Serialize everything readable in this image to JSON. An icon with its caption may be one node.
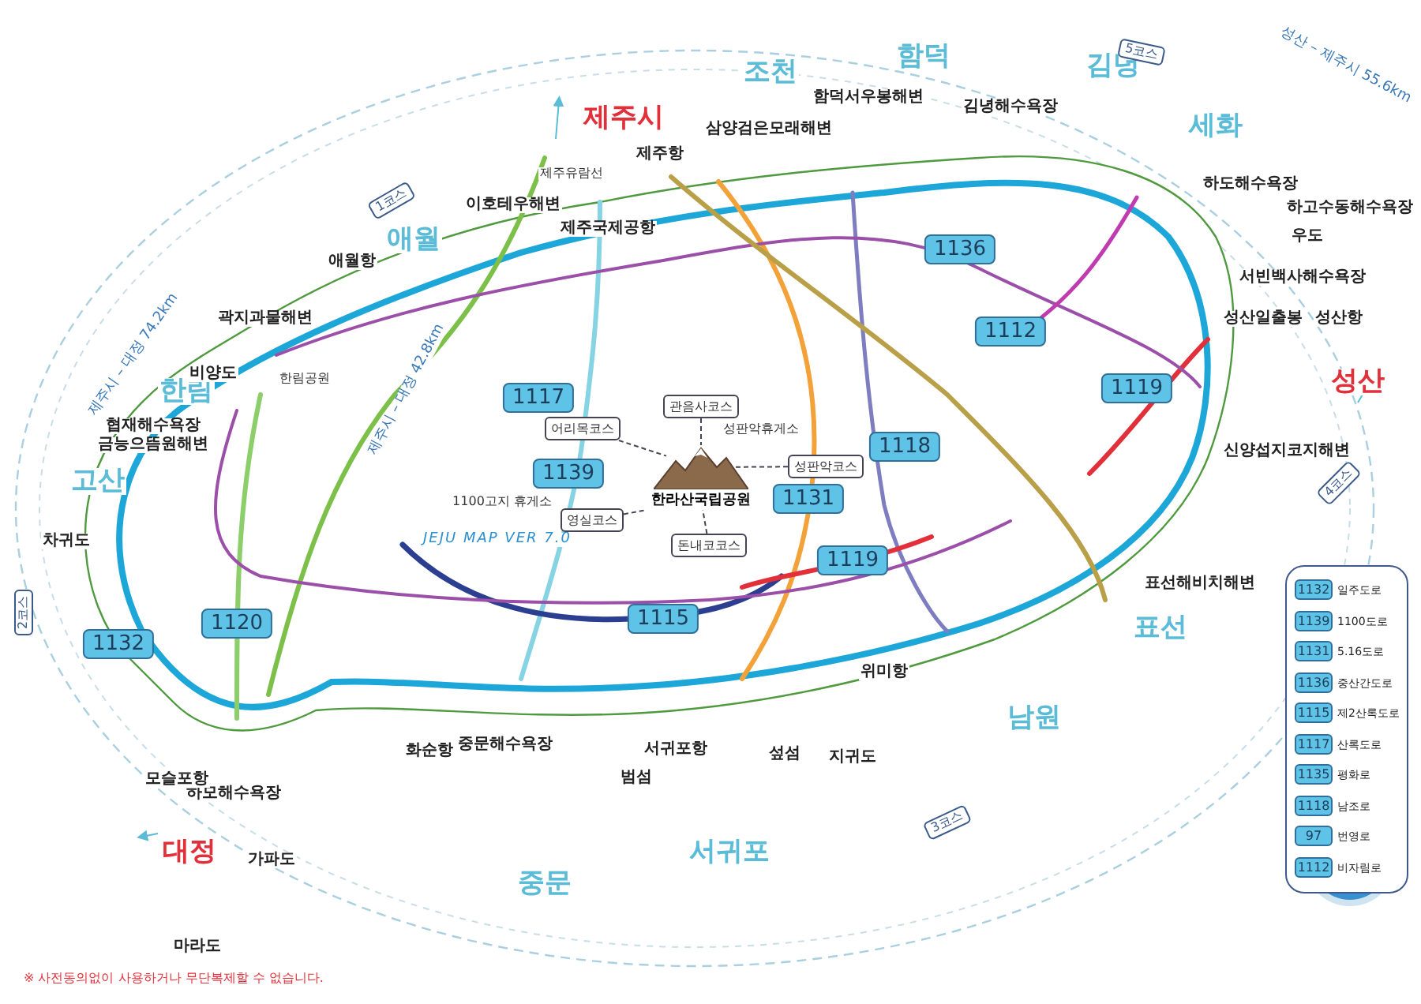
{
  "diagram": {
    "nodes": [
      {
        "text": [
          "한라산국립공원"
        ]
      },
      {
        "text": [
          "관음사코스"
        ]
      },
      {
        "text": [
          "어리목코스"
        ]
      },
      {
        "text": [
          "영실코스"
        ]
      },
      {
        "text": [
          "성판악코스"
        ]
      },
      {
        "text": [
          "돈내코코스"
        ]
      }
    ],
    "edges": [
      {
        "from": 1,
        "to": 0,
        "arrow": "none",
        "style": "dashed"
      },
      {
        "from": 2,
        "to": 0,
        "arrow": "none",
        "style": "dashed"
      },
      {
        "from": 3,
        "to": 0,
        "arrow": "none",
        "style": "dashed"
      },
      {
        "from": 4,
        "to": 0,
        "arrow": "none",
        "style": "dashed"
      },
      {
        "from": 5,
        "to": 0,
        "arrow": "none",
        "style": "dashed"
      }
    ],
    "labels": [
      "제주시",
      "조천",
      "함덕",
      "김녕",
      "세화",
      "애월",
      "한림",
      "고산",
      "대정",
      "중문",
      "서귀포",
      "남원",
      "표선",
      "성산",
      "이호테우해변",
      "곽지과물해변",
      "협재해수욕장",
      "금능으뜸원해변",
      "삼양검은모래해변",
      "함덕서우봉해변",
      "김녕해수욕장",
      "하도해수욕장",
      "하고수동해수욕장",
      "서빈백사해수욕장",
      "신양섭지코지해변",
      "표선해비치해변",
      "중문해수욕장",
      "하모해수욕장",
      "제주항",
      "애월항",
      "모슬포항",
      "화순항",
      "서귀포항",
      "위미항",
      "성산일출봉",
      "성산항",
      "비양도",
      "차귀도",
      "가파도",
      "마라도",
      "범섬",
      "섶섬",
      "지귀도",
      "우도",
      "제주국제공항",
      "1100고지 휴게소",
      "성판악휴게소",
      "제주유람선",
      "한림공원",
      "JEJU MAP VER 7.0",
      "제주시 – 대정 74.2km",
      "제주시 – 대정 42.8km",
      "성산 – 제주시 55.6km",
      "1코스",
      "2코스",
      "3코스",
      "4코스",
      "5코스",
      "1136",
      "1112",
      "1117",
      "1119",
      "1139",
      "1118",
      "1131",
      "1119",
      "1132",
      "1120",
      "1115",
      "1132",
      "일주도로",
      "1139",
      "1100도로",
      "1131",
      "5.16도로",
      "1136",
      "중산간도로",
      "1115",
      "제2산록도로",
      "1117",
      "산록도로",
      "1135",
      "평화로",
      "1118",
      "남조로",
      "97",
      "번영로",
      "1112",
      "비자림로",
      "※ 사전동의없이 사용하거나 무단복제할 수 없습니다."
    ]
  }
}
